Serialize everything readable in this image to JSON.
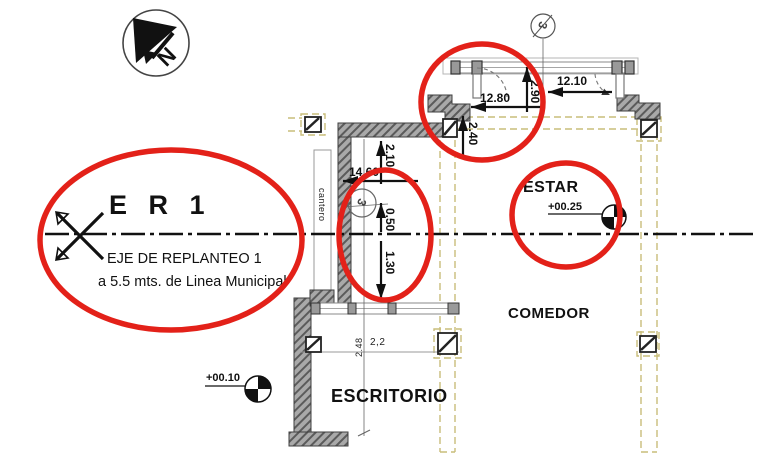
{
  "er1": {
    "title": "E R 1",
    "note_line1": "EJE DE REPLANTEO 1",
    "note_line2": "a 5.5 mts. de Linea Municipal"
  },
  "rooms": {
    "estar": "ESTAR",
    "comedor": "COMEDOR",
    "escritorio": "ESCRITORIO"
  },
  "levels": {
    "estar_value": "+00.25",
    "exterior_value": "+00.10"
  },
  "dimensions": {
    "top_right": "12.10",
    "top_left": "12.80",
    "top_right_v": "2.90",
    "top_left_v": "2.40",
    "entry_v": "2.10",
    "entry_h": "14.60",
    "axis_up": "0.50",
    "axis_down": "1.30",
    "escritorio_v": "2.48",
    "escritorio_w": "2,2"
  },
  "labels": {
    "planter": "cantero",
    "north": "N",
    "axis_bubble_top": "3",
    "axis_bubble_mid": "3"
  },
  "colors": {
    "annotation_red": "#e32119",
    "wall_gray": "#a9a9a9",
    "guide_tan": "#c9bd7a",
    "ink": "#111111"
  }
}
